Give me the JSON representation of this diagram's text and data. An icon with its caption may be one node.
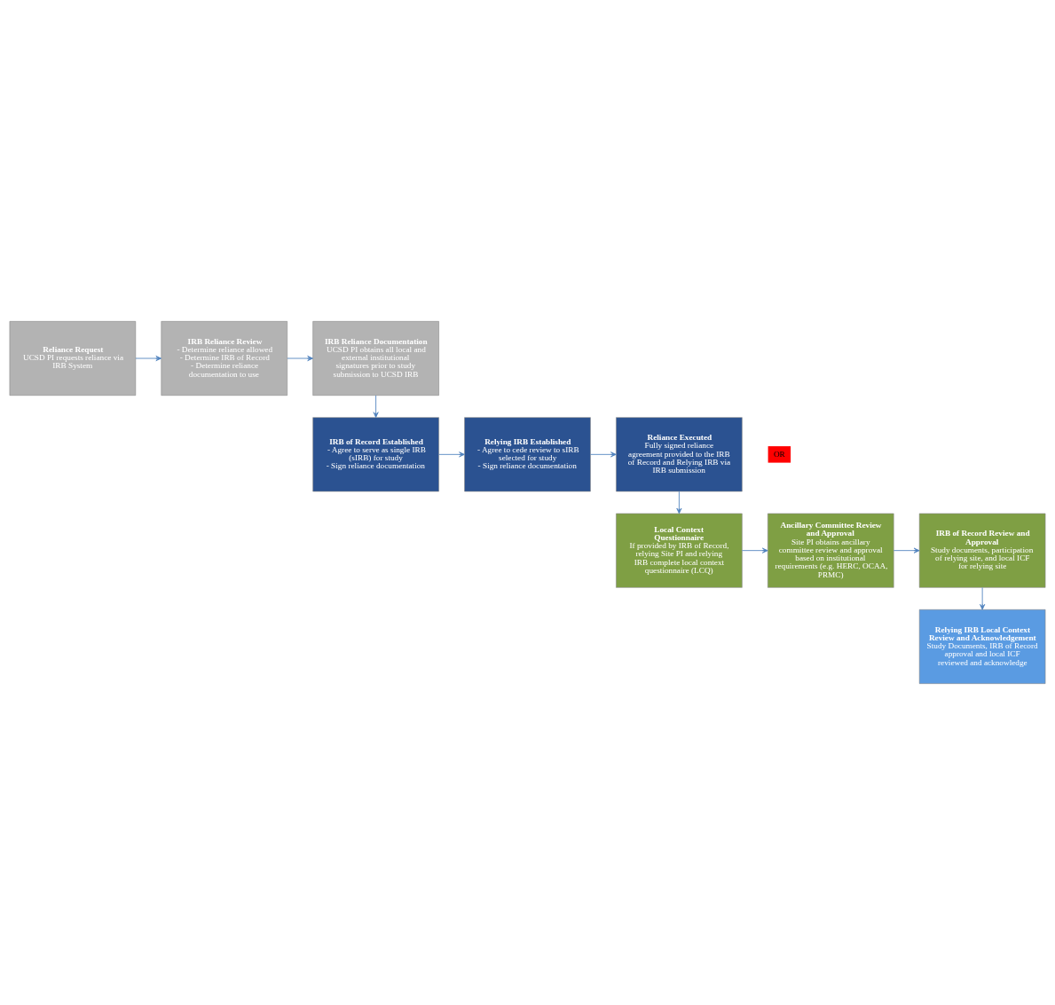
{
  "diagram": {
    "nodes": [
      {
        "text": [
          "Reliance Request",
          "UCSD PI requests reliance via IRB System"
        ]
      },
      {
        "text": [
          "IRB Reliance Review",
          "- Determine reliance allowed",
          "- Determine IRB of Record",
          "- Determine reliance documentation to use"
        ]
      },
      {
        "text": [
          "IRB Reliance Documentation",
          "UCSD PI obtains all local and external institutional signatures prior to study submission to UCSD IRB"
        ]
      },
      {
        "text": [
          "IRB of Record Established",
          "- Agree to serve as single IRB (sIRB) for study",
          "- Sign reliance documentation"
        ]
      },
      {
        "text": [
          "Relying IRB Established",
          "- Agree to cede review to sIRB selected for study",
          "- Sign reliance documentation"
        ]
      },
      {
        "text": [
          "Reliance Executed",
          "Fully signed reliance agreement provided to the IRB of Record and Relying IRB via IRB submission"
        ]
      },
      {
        "text": [
          "Local Context Questionnaire",
          "If provided by IRB of Record, relying Site PI and relying IRB complete local context questionnaire (LCQ)"
        ]
      },
      {
        "text": [
          "Ancillary Committee Review and Approval",
          "Site PI obtains ancillary committee review and approval based on institutional requirements (e.g. HERC, OCAA, PRMC)"
        ]
      },
      {
        "text": [
          "IRB of Record Review and Approval",
          "Study documents, participation of relying site, and local ICF for relying site"
        ]
      },
      {
        "text": [
          "Relying IRB Local Context Review and Acknowledgement",
          "Study Documents, IRB of Record approval and local ICF reviewed and acknowledge"
        ]
      }
    ],
    "edges": [
      {
        "from": 0,
        "to": 1,
        "arrow": "to"
      },
      {
        "from": 1,
        "to": 2,
        "arrow": "to"
      },
      {
        "from": 2,
        "to": 3,
        "arrow": "to"
      },
      {
        "from": 3,
        "to": 4,
        "arrow": "to"
      },
      {
        "from": 4,
        "to": 5,
        "arrow": "to"
      },
      {
        "from": 5,
        "to": 6,
        "arrow": "to"
      },
      {
        "from": 6,
        "to": 7,
        "arrow": "to"
      },
      {
        "from": 7,
        "to": 8,
        "arrow": "to"
      },
      {
        "from": 8,
        "to": 9,
        "arrow": "to"
      }
    ],
    "labels": [
      "OR"
    ]
  }
}
